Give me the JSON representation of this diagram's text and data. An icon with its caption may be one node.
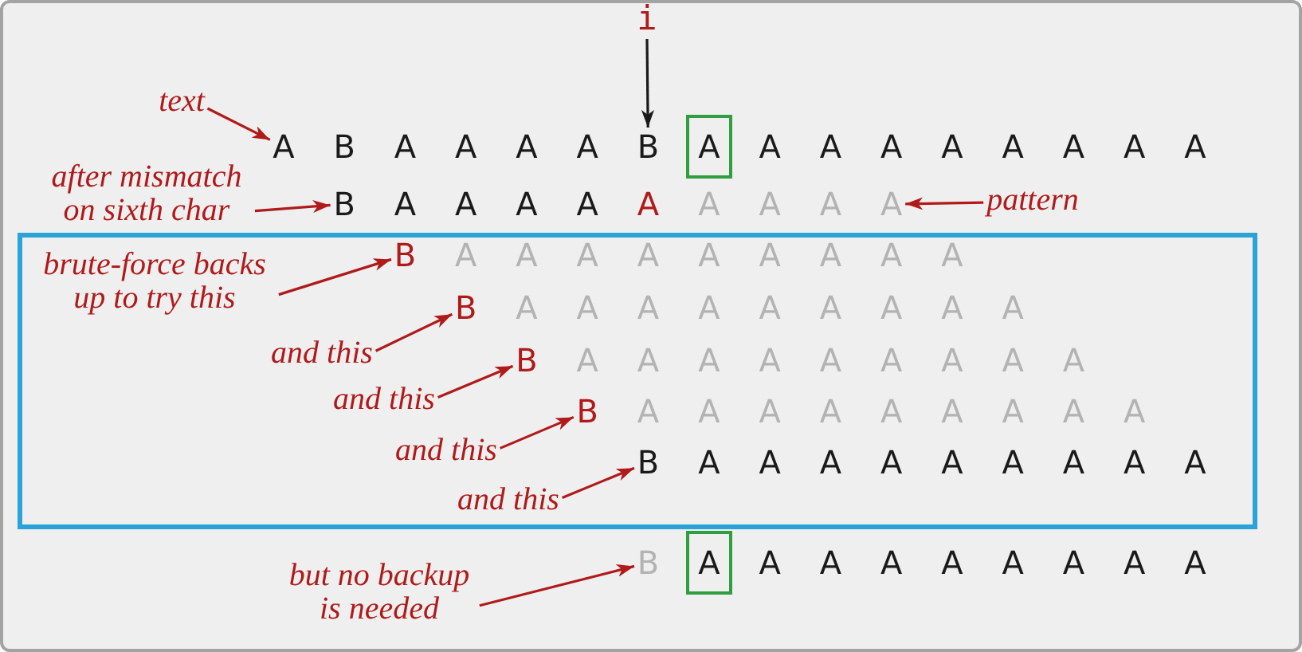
{
  "diagram": {
    "nodes": [
      {
        "text": [
          "i"
        ]
      },
      {
        "text": [
          "text"
        ]
      },
      {
        "text": [
          "A"
        ]
      },
      {
        "text": [
          "B"
        ]
      },
      {
        "text": [
          "A"
        ]
      },
      {
        "text": [
          "after mismatch on sixth char"
        ]
      },
      {
        "text": [
          "B"
        ]
      },
      {
        "text": [
          "A"
        ]
      },
      {
        "text": [
          "pattern"
        ]
      },
      {
        "text": [],
        "shape": "box"
      },
      {
        "text": [
          "brute-force backs up to try this"
        ],
        "in": 9
      },
      {
        "text": [
          "B"
        ],
        "in": 9
      },
      {
        "text": [
          "and this"
        ],
        "in": 9
      },
      {
        "text": [
          "B"
        ],
        "in": 9
      },
      {
        "text": [
          "and this"
        ],
        "in": 9
      },
      {
        "text": [
          "B"
        ],
        "in": 9
      },
      {
        "text": [
          "and this"
        ],
        "in": 9
      },
      {
        "text": [
          "B"
        ],
        "in": 9
      },
      {
        "text": [
          "and this"
        ],
        "in": 9
      },
      {
        "text": [
          "B"
        ],
        "in": 9
      },
      {
        "text": [
          "but no backup is needed"
        ]
      },
      {
        "text": [
          "B"
        ]
      },
      {
        "text": [
          "A"
        ]
      }
    ],
    "edges": [
      {
        "from": 0,
        "to": 3,
        "arrow": "to",
        "color": "#1a1a1a"
      },
      {
        "from": 1,
        "to": 2,
        "arrow": "to"
      },
      {
        "from": 5,
        "to": 6,
        "arrow": "to"
      },
      {
        "from": 8,
        "to": 7,
        "arrow": "to"
      },
      {
        "from": 10,
        "to": 11,
        "arrow": "to"
      },
      {
        "from": 12,
        "to": 13,
        "arrow": "to"
      },
      {
        "from": 14,
        "to": 15,
        "arrow": "to"
      },
      {
        "from": 16,
        "to": 17,
        "arrow": "to"
      },
      {
        "from": 18,
        "to": 19,
        "arrow": "to"
      },
      {
        "from": 20,
        "to": 21,
        "arrow": "to"
      }
    ],
    "labels": [
      "B",
      "A",
      "A",
      "A",
      "A",
      "A",
      "A",
      "A",
      "A",
      "A",
      "A",
      "A",
      "A",
      "A",
      "A",
      "A",
      "A",
      "A",
      "A",
      "A",
      "A",
      "A",
      "A",
      "A",
      "A",
      "A",
      "A",
      "A",
      "A",
      "A",
      "A",
      "A",
      "A",
      "A",
      "A",
      "A",
      "A",
      "A",
      "A",
      "A",
      "A",
      "A",
      "A",
      "A",
      "A",
      "A",
      "A",
      "A",
      "A",
      "A",
      "A",
      "A",
      "A",
      "A",
      "A",
      "A",
      "A",
      "A",
      "A",
      "A",
      "A",
      "A",
      "A",
      "A",
      "A",
      "A",
      "A",
      "A",
      "A",
      "A",
      "A",
      "A",
      "A",
      "A"
    ]
  }
}
